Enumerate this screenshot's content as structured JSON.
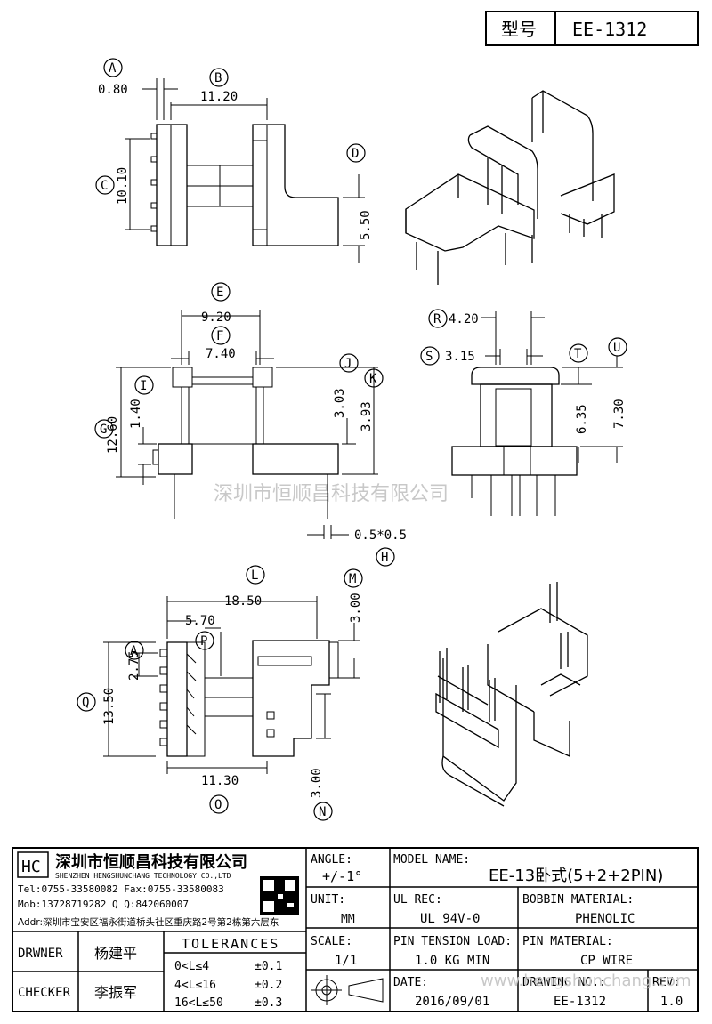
{
  "header": {
    "model_label": "型号",
    "model_value": "EE-1312"
  },
  "dims": {
    "A": "0.80",
    "B": "11.20",
    "C": "10.10",
    "D": "5.50",
    "E": "9.20",
    "F": "7.40",
    "G": "12.60",
    "I": "1.40",
    "J": "3.03",
    "K": "3.93",
    "H": "0.5*0.5",
    "R": "4.20",
    "S": "3.15",
    "T": "6.35",
    "U": "7.30",
    "L": "18.50",
    "M": "3.00",
    "P": "5.70",
    "A2": "2.75",
    "Q": "13.50",
    "O": "11.30",
    "N": "3.00"
  },
  "letters": {
    "A": "A",
    "B": "B",
    "C": "C",
    "D": "D",
    "E": "E",
    "F": "F",
    "G": "G",
    "H": "H",
    "I": "I",
    "J": "J",
    "K": "K",
    "L": "L",
    "M": "M",
    "N": "N",
    "O": "O",
    "P": "P",
    "Q": "Q",
    "R": "R",
    "S": "S",
    "T": "T",
    "U": "U"
  },
  "watermark": "深圳市恒顺昌科技有限公司",
  "company": {
    "name_cn": "深圳市恒顺昌科技有限公司",
    "name_en": "SHENZHEN HENGSHUNCHANG TECHNOLOGY CO.,LTD",
    "tel": "Tel:0755-33580082 Fax:0755-33580083",
    "mob": "Mob:13728719282    Q  Q:842060007",
    "addr": "Addr:深圳市宝安区福永街道桥头社区重庆路2号第2栋第六层东"
  },
  "title_block": {
    "angle_label": "ANGLE:",
    "angle_value": "+/-1°",
    "unit_label": "UNIT:",
    "unit_value": "MM",
    "scale_label": "SCALE:",
    "scale_value": "1/1",
    "model_name_label": "MODEL NAME:",
    "model_name_value": "EE-13卧式(5+2+2PIN)",
    "ul_label": "UL REC:",
    "ul_value": "UL 94V-0",
    "bobbin_label": "BOBBIN MATERIAL:",
    "bobbin_value": "PHENOLIC",
    "tension_label": "PIN TENSION LOAD:",
    "tension_value": "1.0 KG MIN",
    "pin_label": "PIN MATERIAL:",
    "pin_value": "CP WIRE",
    "date_label": "DATE:",
    "date_value": "2016/09/01",
    "drawing_label": "DRAWING NO.:",
    "drawing_value": "EE-1312",
    "rev_label": "REV:",
    "rev_value": "1.0",
    "drawner_label": "DRWNER",
    "drawner_value": "杨建平",
    "checker_label": "CHECKER",
    "checker_value": "李振军",
    "tol_title": "TOLERANCES",
    "tol": [
      {
        "range": "0<L≤4",
        "value": "±0.1"
      },
      {
        "range": "4<L≤16",
        "value": "±0.2"
      },
      {
        "range": "16<L≤50",
        "value": "±0.3"
      }
    ]
  },
  "url_watermark": "www.hengshunchang.com"
}
